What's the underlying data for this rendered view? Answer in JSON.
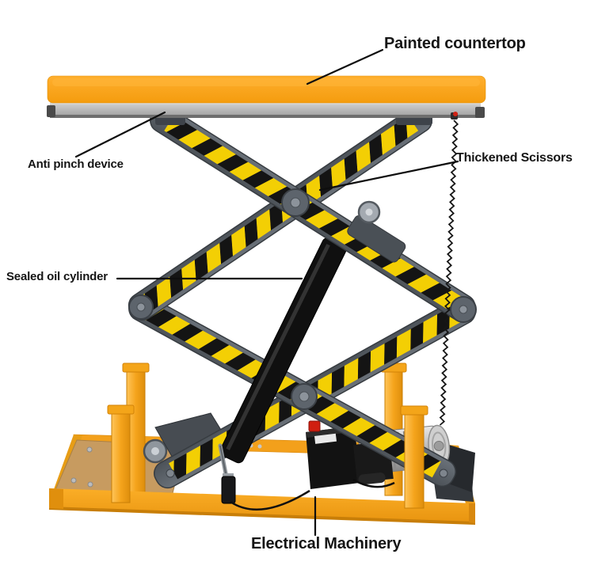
{
  "figure": {
    "type": "annotated product diagram",
    "subject": "Double scissor hydraulic lift table"
  },
  "callouts": {
    "painted_countertop": {
      "label": "Painted countertop"
    },
    "anti_pinch_device": {
      "label": "Anti pinch device"
    },
    "thickened_scissors": {
      "label": "Thickened Scissors"
    },
    "sealed_oil_cylinder": {
      "label": "Sealed oil cylinder"
    },
    "electrical_machinery": {
      "label": "Electrical Machinery"
    }
  },
  "colors": {
    "countertop_orange": "#F6A01B",
    "base_orange": "#F5A31C",
    "hazard_yellow": "#F3CF04",
    "hazard_black": "#141414",
    "scissor_gray": "#5E656D",
    "rail_gray": "#ACACAC",
    "cylinder_black": "#101010",
    "motor_silver": "#BDBDBD",
    "label_text": "#151515",
    "background": "#FFFFFF"
  }
}
